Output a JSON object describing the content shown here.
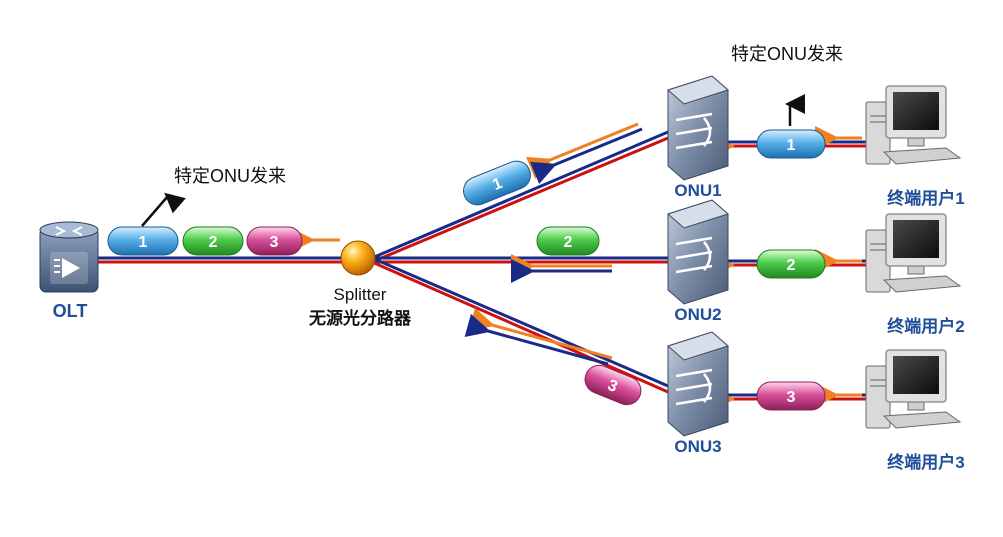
{
  "colors": {
    "fiber_red": "#cc1111",
    "fiber_blue": "#1a2a88",
    "arrow_orange": "#f08020",
    "arrow_navy": "#1a2a88",
    "label_blue": "#1f4e9a",
    "pill_blue": "#3b9ad6",
    "pill_green": "#3fb53f",
    "pill_pink": "#c93d86",
    "node_metal": "#7f8fa8"
  },
  "labels": {
    "olt": "OLT",
    "splitter_name": "Splitter",
    "splitter_desc": "无源光分路器",
    "specific_onu_top": "特定ONU发来",
    "specific_onu_left": "特定ONU发来"
  },
  "onus": [
    {
      "label": "ONU1",
      "user": "终端用户1",
      "packet": "1"
    },
    {
      "label": "ONU2",
      "user": "终端用户2",
      "packet": "2"
    },
    {
      "label": "ONU3",
      "user": "终端用户3",
      "packet": "3"
    }
  ],
  "trunk_packets": [
    "1",
    "2",
    "3"
  ],
  "branch_packets": [
    "1",
    "2",
    "3"
  ],
  "icons": {
    "olt": "router-olt-icon",
    "splitter": "splitter-ball-icon",
    "onu": "onu-switch-icon",
    "user": "desktop-computer-icon"
  }
}
